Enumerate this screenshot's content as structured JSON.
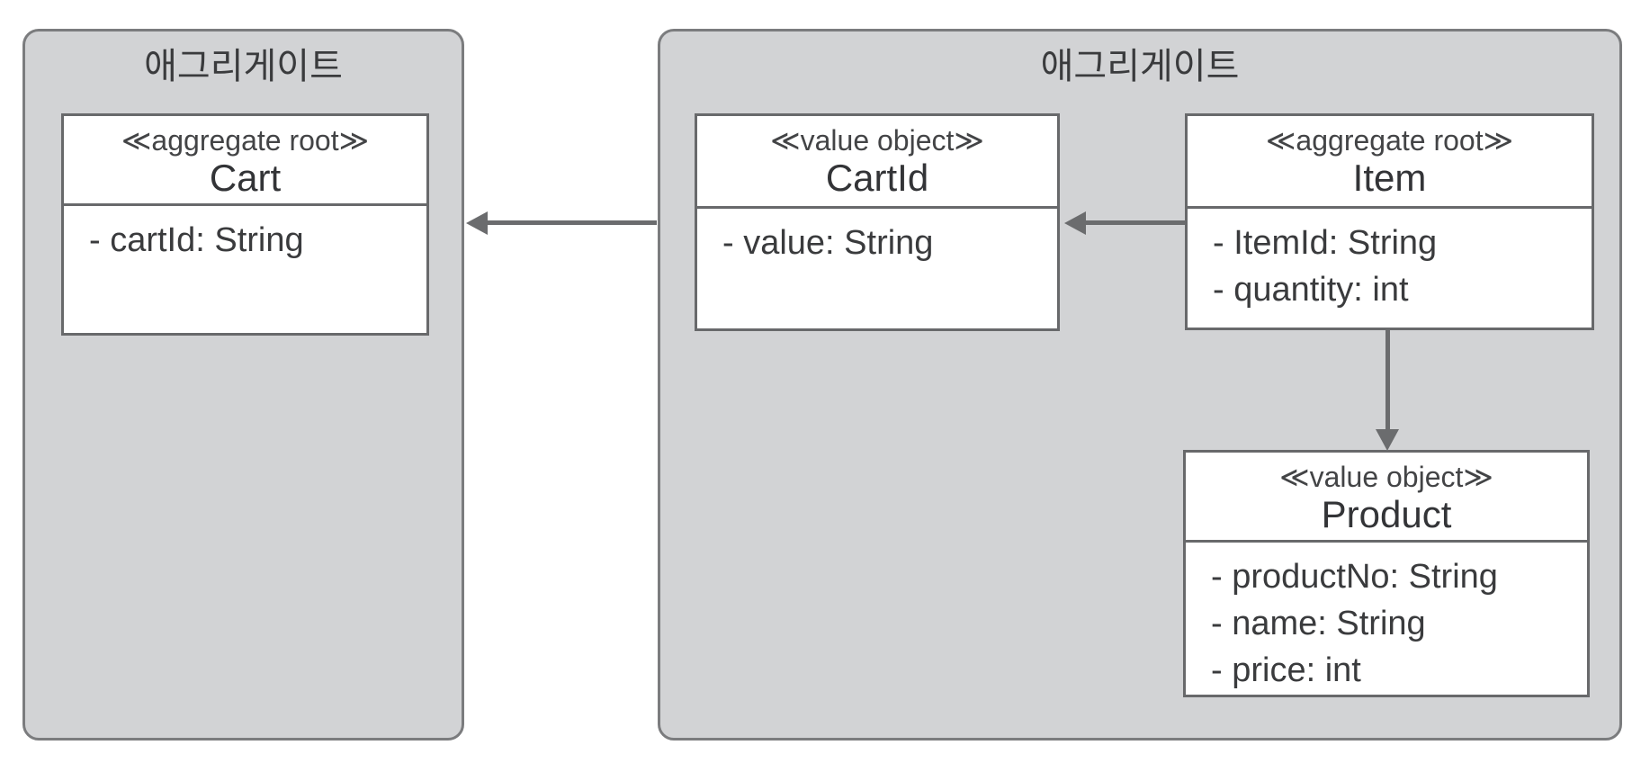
{
  "left_aggregate": {
    "title": "애그리게이트",
    "classes": [
      {
        "stereotype": "≪aggregate root≫",
        "name": "Cart",
        "attributes": [
          "- cartId: String"
        ]
      }
    ]
  },
  "right_aggregate": {
    "title": "애그리게이트",
    "classes": [
      {
        "stereotype": "≪value object≫",
        "name": "CartId",
        "attributes": [
          "- value: String"
        ]
      },
      {
        "stereotype": "≪aggregate root≫",
        "name": "Item",
        "attributes": [
          "- ItemId: String",
          "- quantity: int"
        ]
      },
      {
        "stereotype": "≪value object≫",
        "name": "Product",
        "attributes": [
          "- productNo: String",
          "- name: String",
          "- price: int"
        ]
      }
    ]
  },
  "relations": [
    {
      "from": "right aggregate (Item)",
      "to": "Cart",
      "type": "solid-arrow-left"
    },
    {
      "from": "Item",
      "to": "CartId",
      "type": "solid-arrow-left"
    },
    {
      "from": "Item",
      "to": "Product",
      "type": "solid-arrow-down"
    }
  ],
  "colors": {
    "panel_fill": "#d2d3d5",
    "panel_border": "#7b7c7e",
    "box_fill": "#ffffff",
    "box_border": "#68696b",
    "arrow": "#6b6c6e",
    "text": "#3a3b3d",
    "background": "#ffffff"
  }
}
